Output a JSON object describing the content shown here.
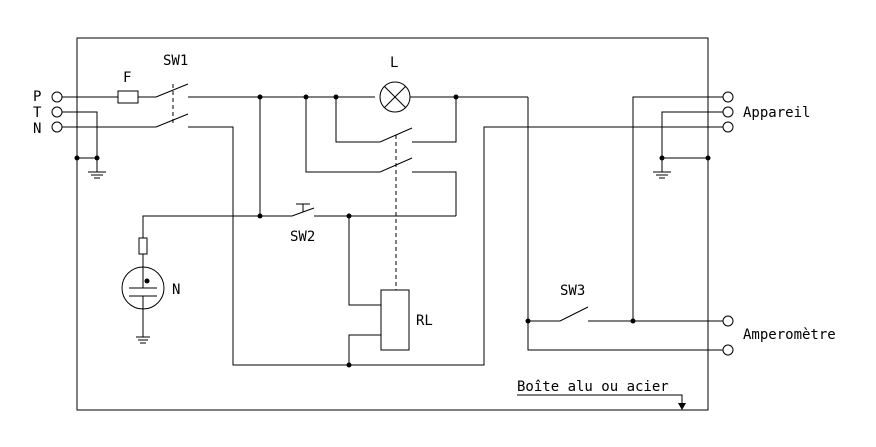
{
  "labels": {
    "phase": "P",
    "earth": "T",
    "neutral": "N",
    "fuse": "F",
    "sw1": "SW1",
    "lamp": "L",
    "sw2": "SW2",
    "neon": "N",
    "relay": "RL",
    "sw3": "SW3",
    "appareil": "Appareil",
    "amperemetre": "Amperomètre",
    "enclosure": "Boîte alu ou acier"
  }
}
